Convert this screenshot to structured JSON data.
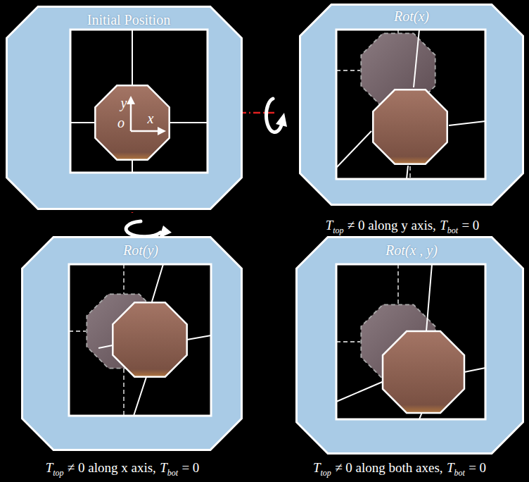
{
  "diagram": {
    "nodes": [
      {
        "text": [
          "Initial Position"
        ]
      },
      {
        "text": [
          "Rot(x)"
        ]
      },
      {
        "text": [
          "Rot(y)"
        ]
      },
      {
        "text": [
          "Rot(x , y)"
        ]
      }
    ],
    "labels": [
      "y",
      "o",
      "x",
      "T",
      "top",
      "≠ 0 along y axis,",
      "T",
      "bot",
      "= 0",
      "T",
      "top",
      "≠ 0 along x axis,",
      "T",
      "bot",
      "= 0",
      "T",
      "top",
      "≠ 0 along both axes,",
      "T",
      "bot",
      "= 0"
    ]
  }
}
